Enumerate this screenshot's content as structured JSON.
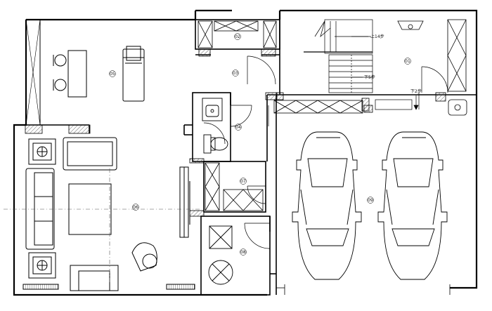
{
  "room_numbers": {
    "r01": "01",
    "r02": "02",
    "r03": "03",
    "r04": "04",
    "r05": "05",
    "r06": "06",
    "r07": "07",
    "r08": "08",
    "r09": "09"
  },
  "stair_labels": {
    "up": "上14步",
    "down": "下5步",
    "down_small": "下2步"
  }
}
